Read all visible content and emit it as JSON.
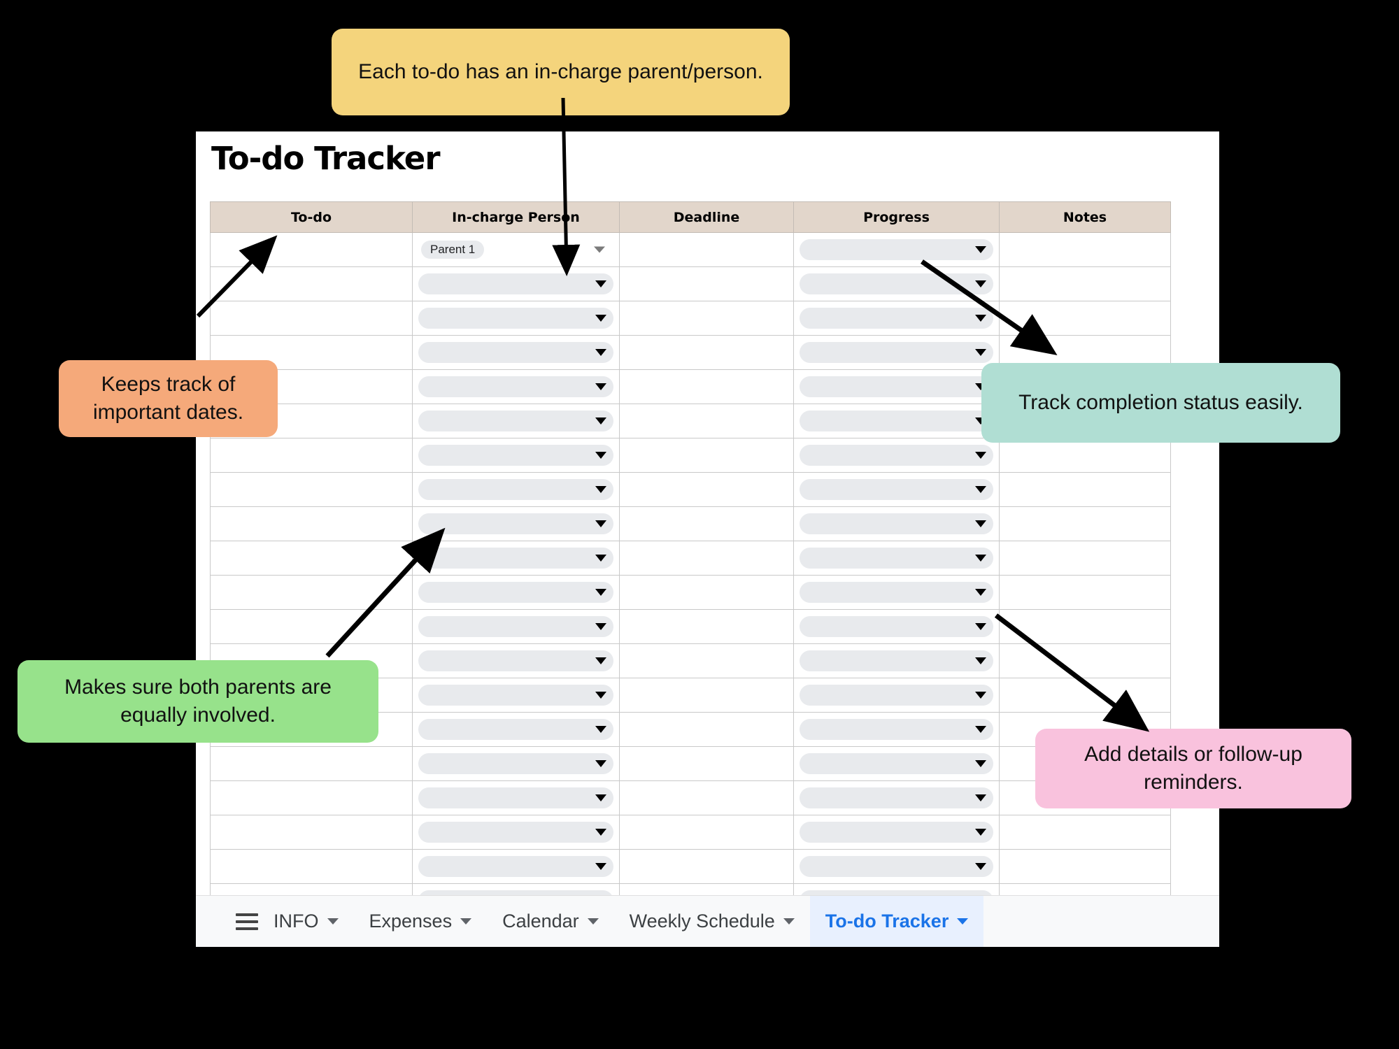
{
  "sheet": {
    "title": "To-do Tracker",
    "selected_cell_empty": true
  },
  "table": {
    "headers": [
      "To-do",
      "In-charge Person",
      "Deadline",
      "Progress",
      "Notes"
    ],
    "rows": [
      {
        "todo": "",
        "person": "Parent 1",
        "deadline": "",
        "progress": "",
        "notes": ""
      },
      {
        "todo": "",
        "person": "",
        "deadline": "",
        "progress": "",
        "notes": ""
      },
      {
        "todo": "",
        "person": "",
        "deadline": "",
        "progress": "",
        "notes": ""
      },
      {
        "todo": "",
        "person": "",
        "deadline": "",
        "progress": "",
        "notes": ""
      },
      {
        "todo": "",
        "person": "",
        "deadline": "",
        "progress": "",
        "notes": ""
      },
      {
        "todo": "",
        "person": "",
        "deadline": "",
        "progress": "",
        "notes": ""
      },
      {
        "todo": "",
        "person": "",
        "deadline": "",
        "progress": "",
        "notes": ""
      },
      {
        "todo": "",
        "person": "",
        "deadline": "",
        "progress": "",
        "notes": ""
      },
      {
        "todo": "",
        "person": "",
        "deadline": "",
        "progress": "",
        "notes": ""
      },
      {
        "todo": "",
        "person": "",
        "deadline": "",
        "progress": "",
        "notes": ""
      },
      {
        "todo": "",
        "person": "",
        "deadline": "",
        "progress": "",
        "notes": ""
      },
      {
        "todo": "",
        "person": "",
        "deadline": "",
        "progress": "",
        "notes": ""
      },
      {
        "todo": "",
        "person": "",
        "deadline": "",
        "progress": "",
        "notes": ""
      },
      {
        "todo": "",
        "person": "",
        "deadline": "",
        "progress": "",
        "notes": ""
      },
      {
        "todo": "",
        "person": "",
        "deadline": "",
        "progress": "",
        "notes": ""
      },
      {
        "todo": "",
        "person": "",
        "deadline": "",
        "progress": "",
        "notes": ""
      },
      {
        "todo": "",
        "person": "",
        "deadline": "",
        "progress": "",
        "notes": ""
      },
      {
        "todo": "",
        "person": "",
        "deadline": "",
        "progress": "",
        "notes": ""
      },
      {
        "todo": "",
        "person": "",
        "deadline": "",
        "progress": "",
        "notes": ""
      },
      {
        "todo": "",
        "person": "",
        "deadline": "",
        "progress": "",
        "notes": ""
      }
    ]
  },
  "tabs": {
    "menu_icon": "hamburger-icon",
    "items": [
      {
        "label": "INFO",
        "active": false
      },
      {
        "label": "Expenses",
        "active": false
      },
      {
        "label": "Calendar",
        "active": false
      },
      {
        "label": "Weekly Schedule",
        "active": false
      },
      {
        "label": "To-do Tracker",
        "active": true
      }
    ]
  },
  "callouts": {
    "yellow": {
      "text": "Each to-do has an in-charge parent/person.",
      "color": "#f4d47c"
    },
    "orange": {
      "text": "Keeps track of important dates.",
      "color": "#f5a97a"
    },
    "green": {
      "text": "Makes sure both parents are equally involved.",
      "color": "#97e28b"
    },
    "teal": {
      "text": "Track completion status easily.",
      "color": "#b0ded3"
    },
    "pink": {
      "text": "Add details or follow-up reminders.",
      "color": "#f9c2dd"
    }
  },
  "colors": {
    "header_band": "#e2d6cb",
    "pill": "#e8eaed",
    "accent_blue": "#1a73e8",
    "tab_active_bg": "#e8f0fe"
  }
}
